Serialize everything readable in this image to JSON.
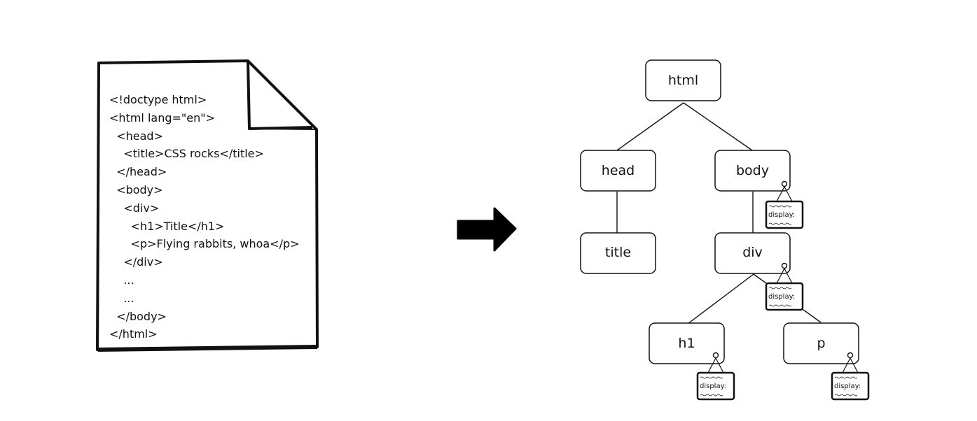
{
  "document": {
    "code_lines": [
      "<!doctype html>",
      "<html lang=\"en\">",
      "  <head>",
      "    <title>CSS rocks</title>",
      "  </head>",
      "  <body>",
      "    <div>",
      "      <h1>Title</h1>",
      "      <p>Flying rabbits, whoa</p>",
      "    </div>",
      "    ...",
      "    ...",
      "  </body>",
      "</html>"
    ]
  },
  "tree": {
    "nodes": {
      "html": "html",
      "head": "head",
      "body": "body",
      "title": "title",
      "div": "div",
      "h1": "h1",
      "p": "p"
    },
    "tag_label": "display:"
  },
  "icons": {
    "arrow": "right-arrow-icon",
    "document": "folded-page-icon"
  }
}
